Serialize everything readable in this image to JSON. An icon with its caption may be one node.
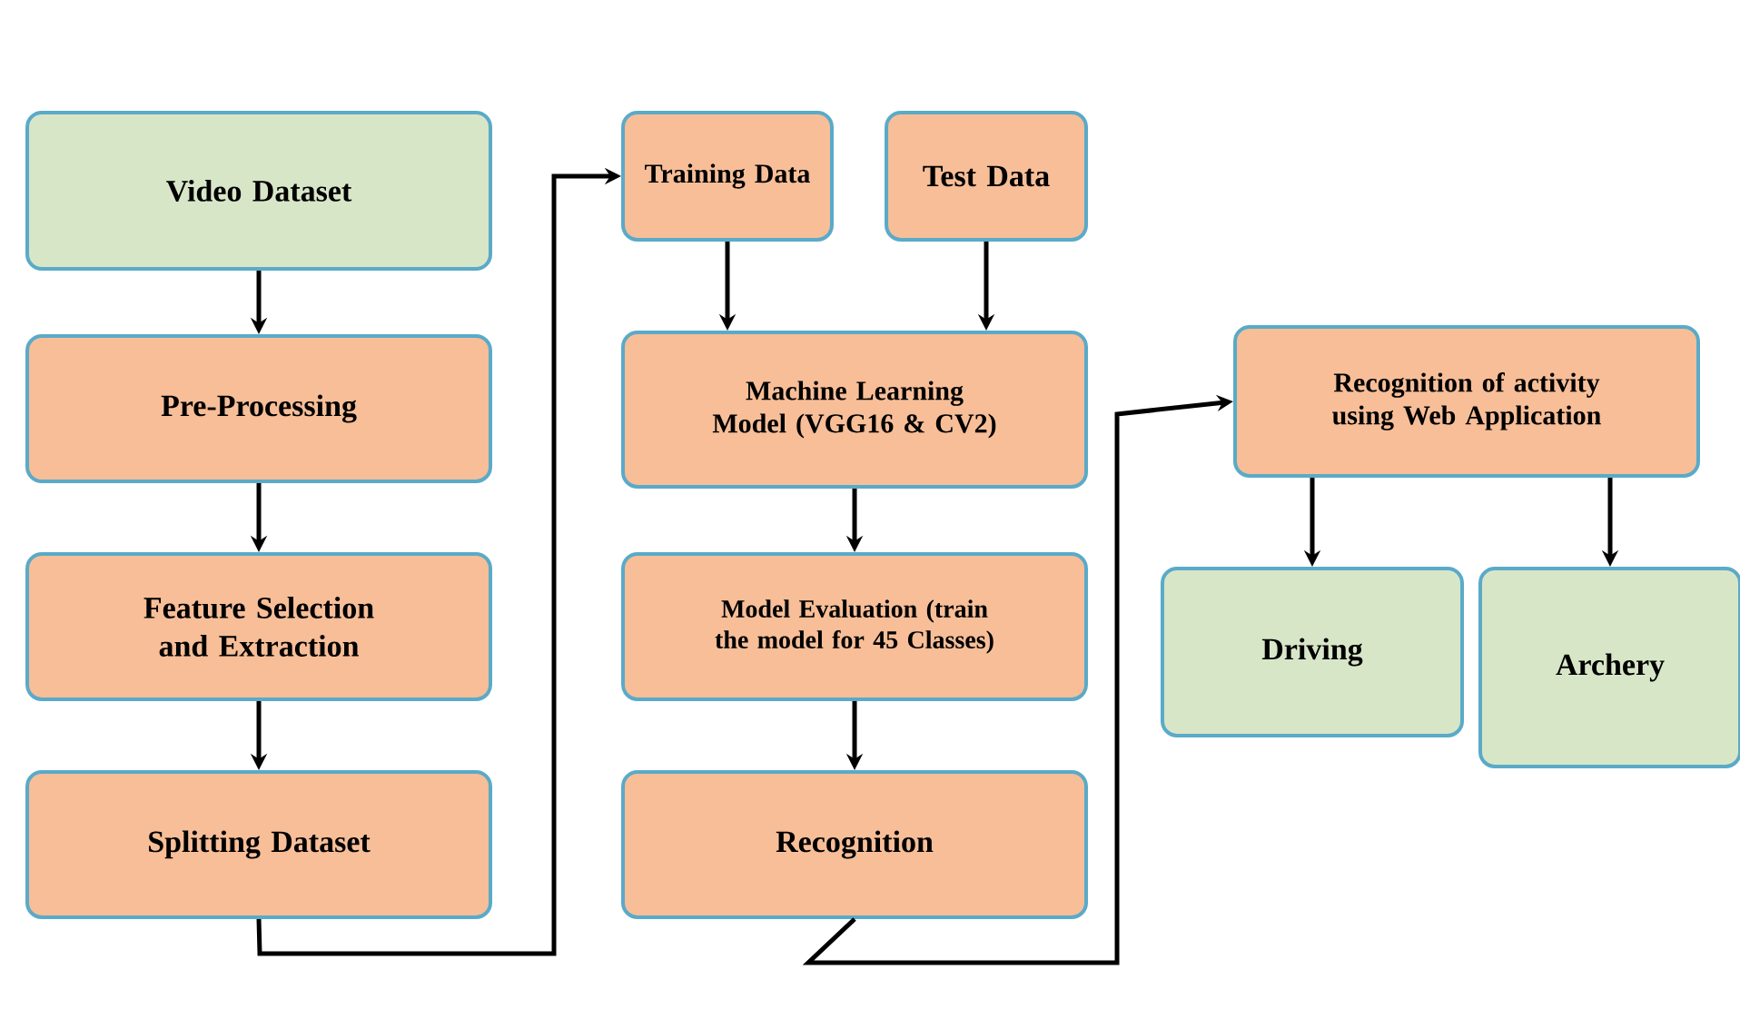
{
  "diagram": {
    "nodes": [
      {
        "text": [
          "Video Dataset"
        ]
      },
      {
        "text": [
          "Pre-Processing"
        ]
      },
      {
        "text": [
          "Feature Selection and Extraction"
        ]
      },
      {
        "text": [
          "Splitting Dataset"
        ]
      },
      {
        "text": [
          "Training Data"
        ]
      },
      {
        "text": [
          "Test Data"
        ]
      },
      {
        "text": [
          "Machine Learning Model (VGG16 & CV2)"
        ]
      },
      {
        "text": [
          "Model Evaluation (train the model for 45 Classes)"
        ]
      },
      {
        "text": [
          "Recognition"
        ]
      },
      {
        "text": [
          "Recognition of activity using Web Application"
        ]
      },
      {
        "text": [
          "Driving"
        ]
      },
      {
        "text": [
          "Archery"
        ]
      }
    ],
    "edges": [
      {
        "from": 0,
        "to": 1,
        "arrow": "to"
      },
      {
        "from": 1,
        "to": 2,
        "arrow": "to"
      },
      {
        "from": 2,
        "to": 3,
        "arrow": "to"
      },
      {
        "from": 3,
        "to": 4,
        "arrow": "to"
      },
      {
        "from": 4,
        "to": 6,
        "arrow": "to"
      },
      {
        "from": 5,
        "to": 6,
        "arrow": "to"
      },
      {
        "from": 6,
        "to": 7,
        "arrow": "to"
      },
      {
        "from": 7,
        "to": 8,
        "arrow": "to"
      },
      {
        "from": 8,
        "to": 9,
        "arrow": "to"
      },
      {
        "from": 9,
        "to": 10,
        "arrow": "to"
      },
      {
        "from": 9,
        "to": 11,
        "arrow": "to"
      }
    ]
  }
}
